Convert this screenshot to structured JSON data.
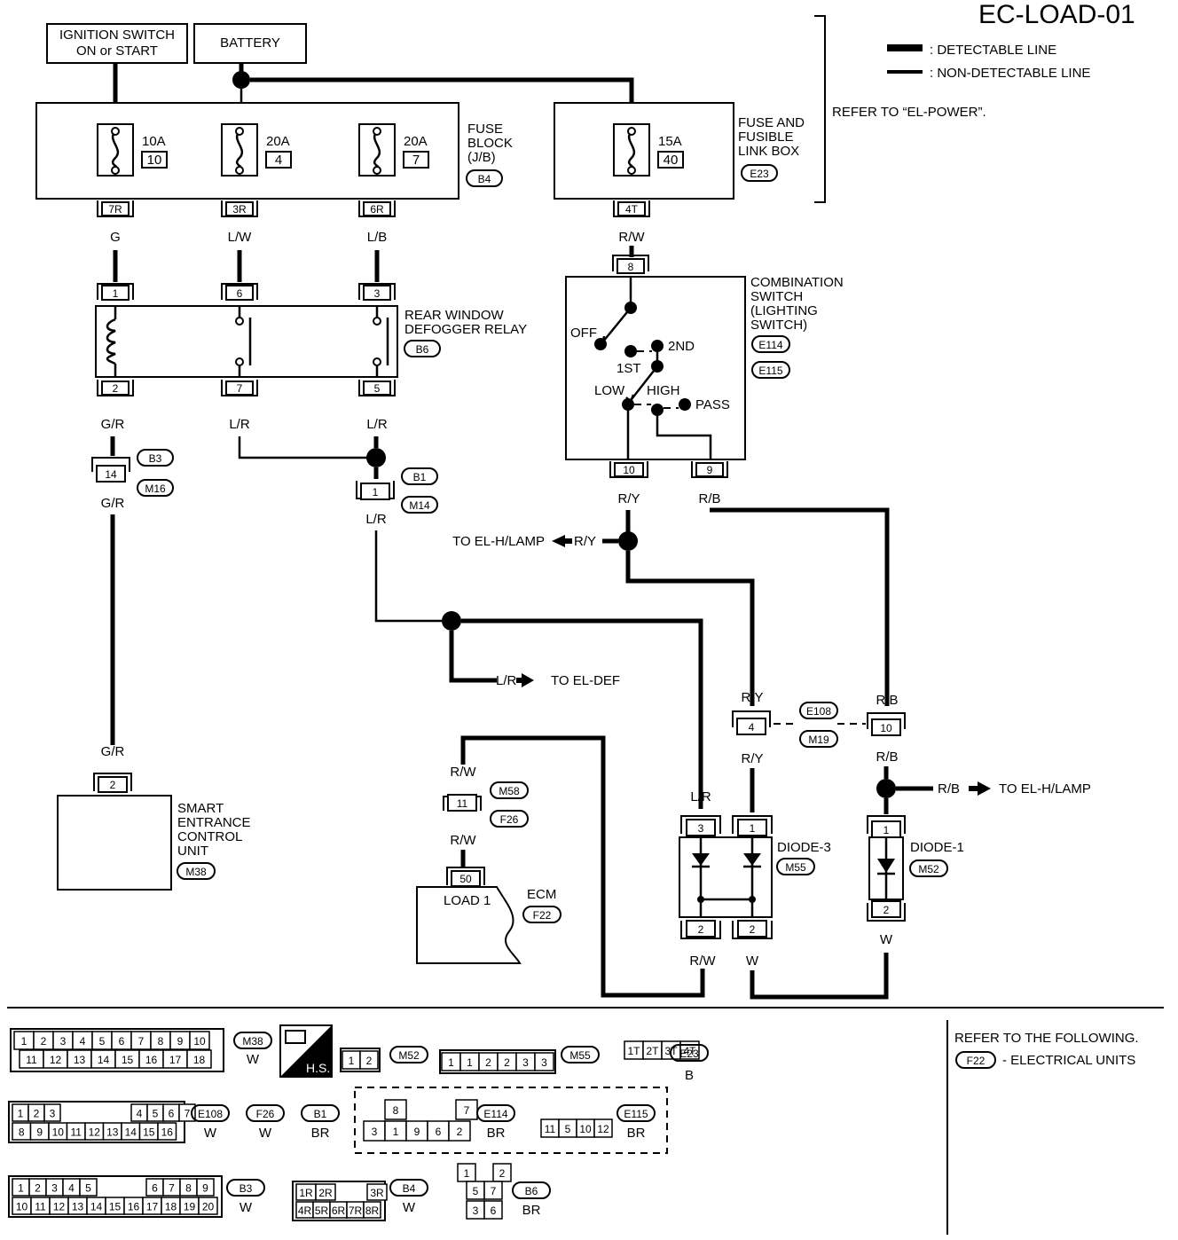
{
  "title": "EC-LOAD-01",
  "legend": {
    "detectable": ": DETECTABLE LINE",
    "non_detectable": ": NON-DETECTABLE LINE",
    "refer": "REFER TO “EL-POWER”."
  },
  "sources": {
    "ignition_1": "IGNITION SWITCH",
    "ignition_2": "ON or START",
    "battery": "BATTERY"
  },
  "fuse_block": {
    "label_1": "FUSE",
    "label_2": "BLOCK",
    "label_3": "(J/B)",
    "connector": "B4",
    "fuses": [
      {
        "amp": "10A",
        "no": "10",
        "terminal": "7R",
        "wire": "G"
      },
      {
        "amp": "20A",
        "no": "4",
        "terminal": "3R",
        "wire": "L/W"
      },
      {
        "amp": "20A",
        "no": "7",
        "terminal": "6R",
        "wire": "L/B"
      }
    ]
  },
  "fusible_box": {
    "label_1": "FUSE AND",
    "label_2": "FUSIBLE",
    "label_3": "LINK BOX",
    "connector": "E23",
    "fuse": {
      "amp": "15A",
      "no": "40",
      "terminal": "4T",
      "wire": "R/W"
    }
  },
  "relay": {
    "label_1": "REAR WINDOW",
    "label_2": "DEFOGGER RELAY",
    "connector": "B6",
    "top_pins": [
      "1",
      "6",
      "3"
    ],
    "bottom_pins": [
      "2",
      "7",
      "5"
    ],
    "wires": [
      "G/R",
      "L/R",
      "L/R"
    ]
  },
  "combo_switch": {
    "label_1": "COMBINATION",
    "label_2": "SWITCH",
    "label_3": "(LIGHTING",
    "label_4": "SWITCH)",
    "conn_1": "E114",
    "conn_2": "E115",
    "pin_top": "8",
    "pin_10": "10",
    "pin_9": "9",
    "positions": {
      "off": "OFF",
      "first": "1ST",
      "second": "2ND",
      "low": "LOW",
      "high": "HIGH",
      "pass": "PASS"
    },
    "wire_10": "R/Y",
    "wire_9": "R/B"
  },
  "joints": {
    "b3": "B3",
    "m16": "M16",
    "pin14": "14",
    "wire14": "G/R",
    "b1": "B1",
    "m14": "M14",
    "pin1": "1",
    "wire1": "L/R",
    "e108": "E108",
    "m19": "M19",
    "pin4": "4",
    "pin10": "10",
    "wire_ry": "R/Y",
    "wire_rb": "R/B",
    "m58": "M58",
    "f26": "F26",
    "pin11": "11",
    "wire_rw": "R/W"
  },
  "arrows": {
    "h_lamp_1": "TO EL-H/LAMP",
    "h_lamp_1_wire": "R/Y",
    "def": "TO EL-DEF",
    "def_wire": "L/R",
    "h_lamp_2": "TO EL-H/LAMP",
    "h_lamp_2_wire": "R/B"
  },
  "smart_unit": {
    "wire": "G/R",
    "pin": "2",
    "label_1": "SMART",
    "label_2": "ENTRANCE",
    "label_3": "CONTROL",
    "label_4": "UNIT",
    "connector": "M38"
  },
  "ecm": {
    "pin": "50",
    "load": "LOAD 1",
    "label": "ECM",
    "connector": "F22"
  },
  "diode3": {
    "label": "DIODE-3",
    "connector": "M55",
    "pins_top": [
      "3",
      "1"
    ],
    "pins_bottom": [
      "2",
      "2"
    ],
    "wire_in": "L/R",
    "wire_out_1": "R/W",
    "wire_out_2": "W"
  },
  "diode1": {
    "label": "DIODE-1",
    "connector": "M52",
    "pin_top": "1",
    "pin_bottom": "2",
    "wire_out": "W"
  },
  "connectors": {
    "m38_row1": [
      "1",
      "2",
      "3",
      "4",
      "5",
      "6",
      "7",
      "8",
      "9",
      "10"
    ],
    "m38_row2": [
      "11",
      "12",
      "13",
      "14",
      "15",
      "16",
      "17",
      "18"
    ],
    "m38": "M38",
    "m38_color": "W",
    "hs": "H.S.",
    "m52_pins": [
      "1",
      "2"
    ],
    "m52": "M52",
    "m55_pins": [
      "1",
      "1",
      "2",
      "2",
      "3",
      "3"
    ],
    "m55": "M55",
    "e23_pins": [
      "1T",
      "2T",
      "3T",
      "4T"
    ],
    "e23": "E23",
    "e23_color": "B",
    "e108_row1": [
      "1",
      "2",
      "3",
      "4",
      "5",
      "6",
      "7"
    ],
    "e108_row2": [
      "8",
      "9",
      "10",
      "11",
      "12",
      "13",
      "14",
      "15",
      "16"
    ],
    "e108": "E108",
    "e108_color": "W",
    "f26": "F26",
    "f26_color": "W",
    "b1": "B1",
    "b1_color": "BR",
    "e114_row1": [
      "8",
      "7"
    ],
    "e114_row2": [
      "3",
      "1",
      "9",
      "6",
      "2"
    ],
    "e114": "E114",
    "e114_color": "BR",
    "e115_row": [
      "11",
      "5",
      "10",
      "12"
    ],
    "e115": "E115",
    "e115_color": "BR",
    "b3_row1": [
      "1",
      "2",
      "3",
      "4",
      "5",
      "6",
      "7",
      "8",
      "9"
    ],
    "b3_row2": [
      "10",
      "11",
      "12",
      "13",
      "14",
      "15",
      "16",
      "17",
      "18",
      "19",
      "20"
    ],
    "b3": "B3",
    "b3_color": "W",
    "b4_row1": [
      "1R",
      "2R",
      "3R"
    ],
    "b4_row2": [
      "4R",
      "5R",
      "6R",
      "7R",
      "8R"
    ],
    "b4": "B4",
    "b4_color": "W",
    "b6_pins": [
      "1",
      "2",
      "5",
      "7",
      "3",
      "6"
    ],
    "b6": "B6",
    "b6_color": "BR",
    "refer_1": "REFER TO THE FOLLOWING.",
    "refer_conn": "F22",
    "refer_2": "- ELECTRICAL UNITS"
  }
}
